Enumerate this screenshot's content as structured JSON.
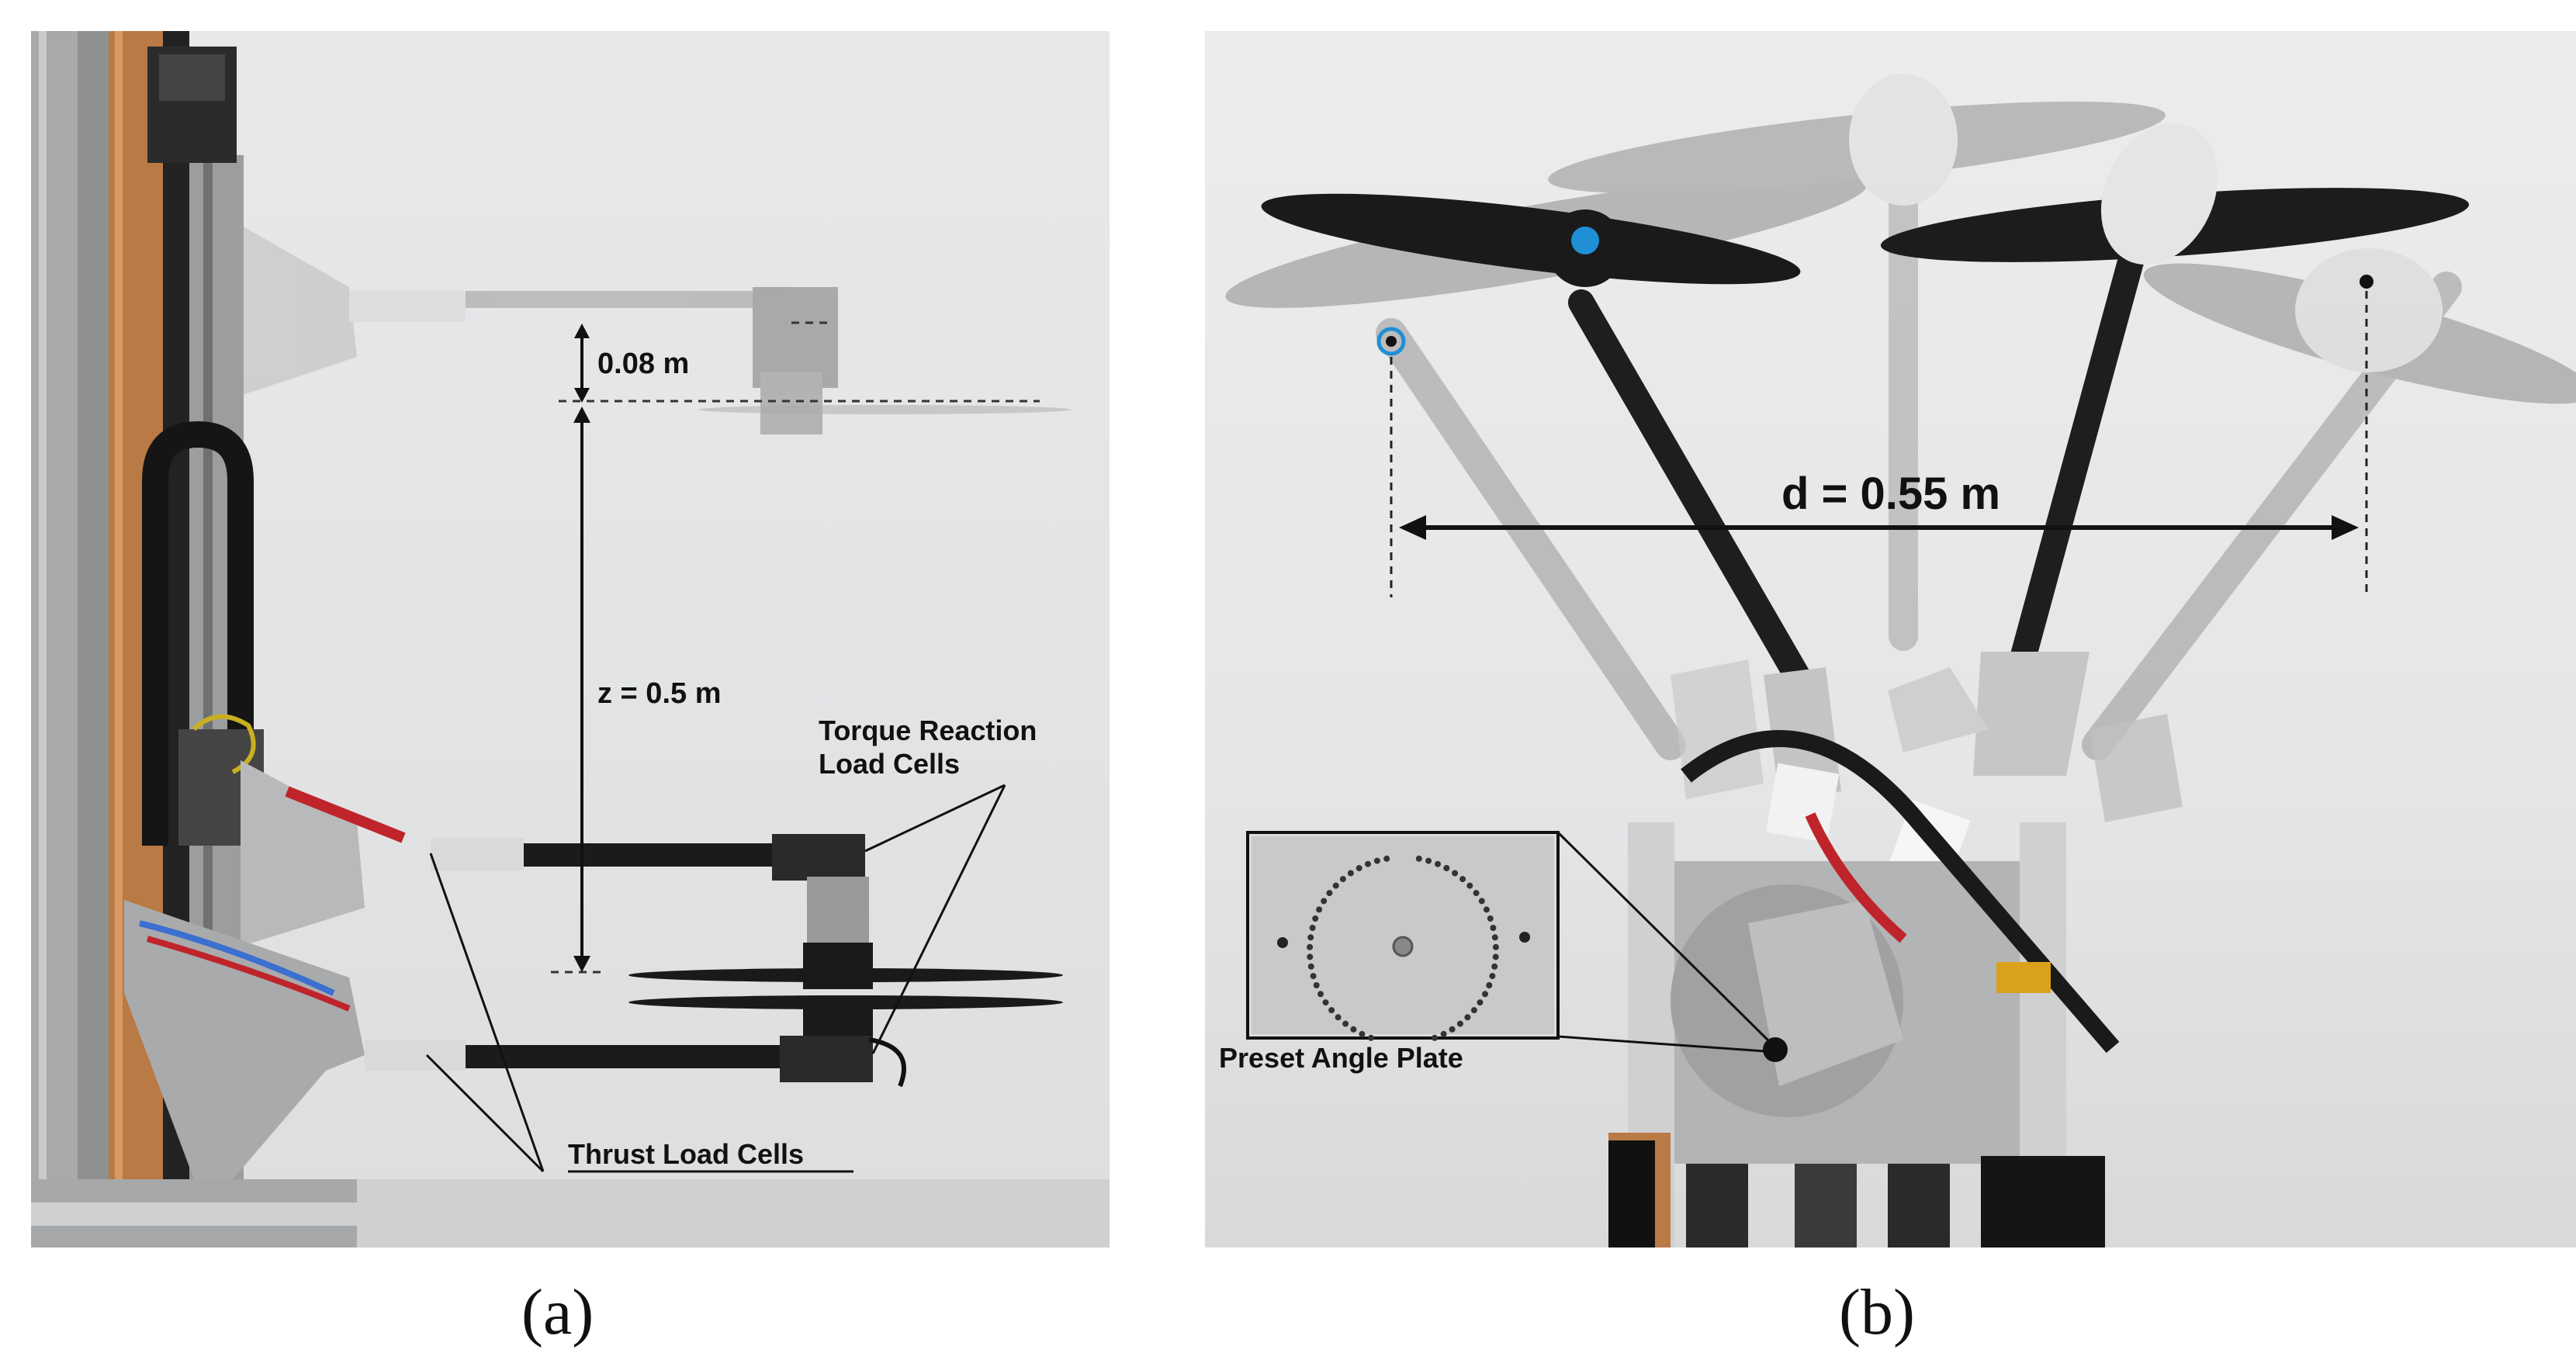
{
  "panel_a": {
    "caption": "(a)",
    "labels": {
      "dz_small": "0.08 m",
      "z": "z = 0.5 m",
      "torque_cells": "Torque Reaction\nLoad Cells",
      "thrust_cells": "Thrust Load Cells"
    }
  },
  "panel_b": {
    "caption": "(b)",
    "labels": {
      "d": "d = 0.55 m",
      "plate": "Preset Angle Plate"
    }
  },
  "colors": {
    "wood": "#b97a45",
    "aluminum": "#b8b9bb",
    "carbon": "#1b1b1b",
    "motor_blue": "#1f8fd6",
    "cable_red": "#c0242b"
  }
}
